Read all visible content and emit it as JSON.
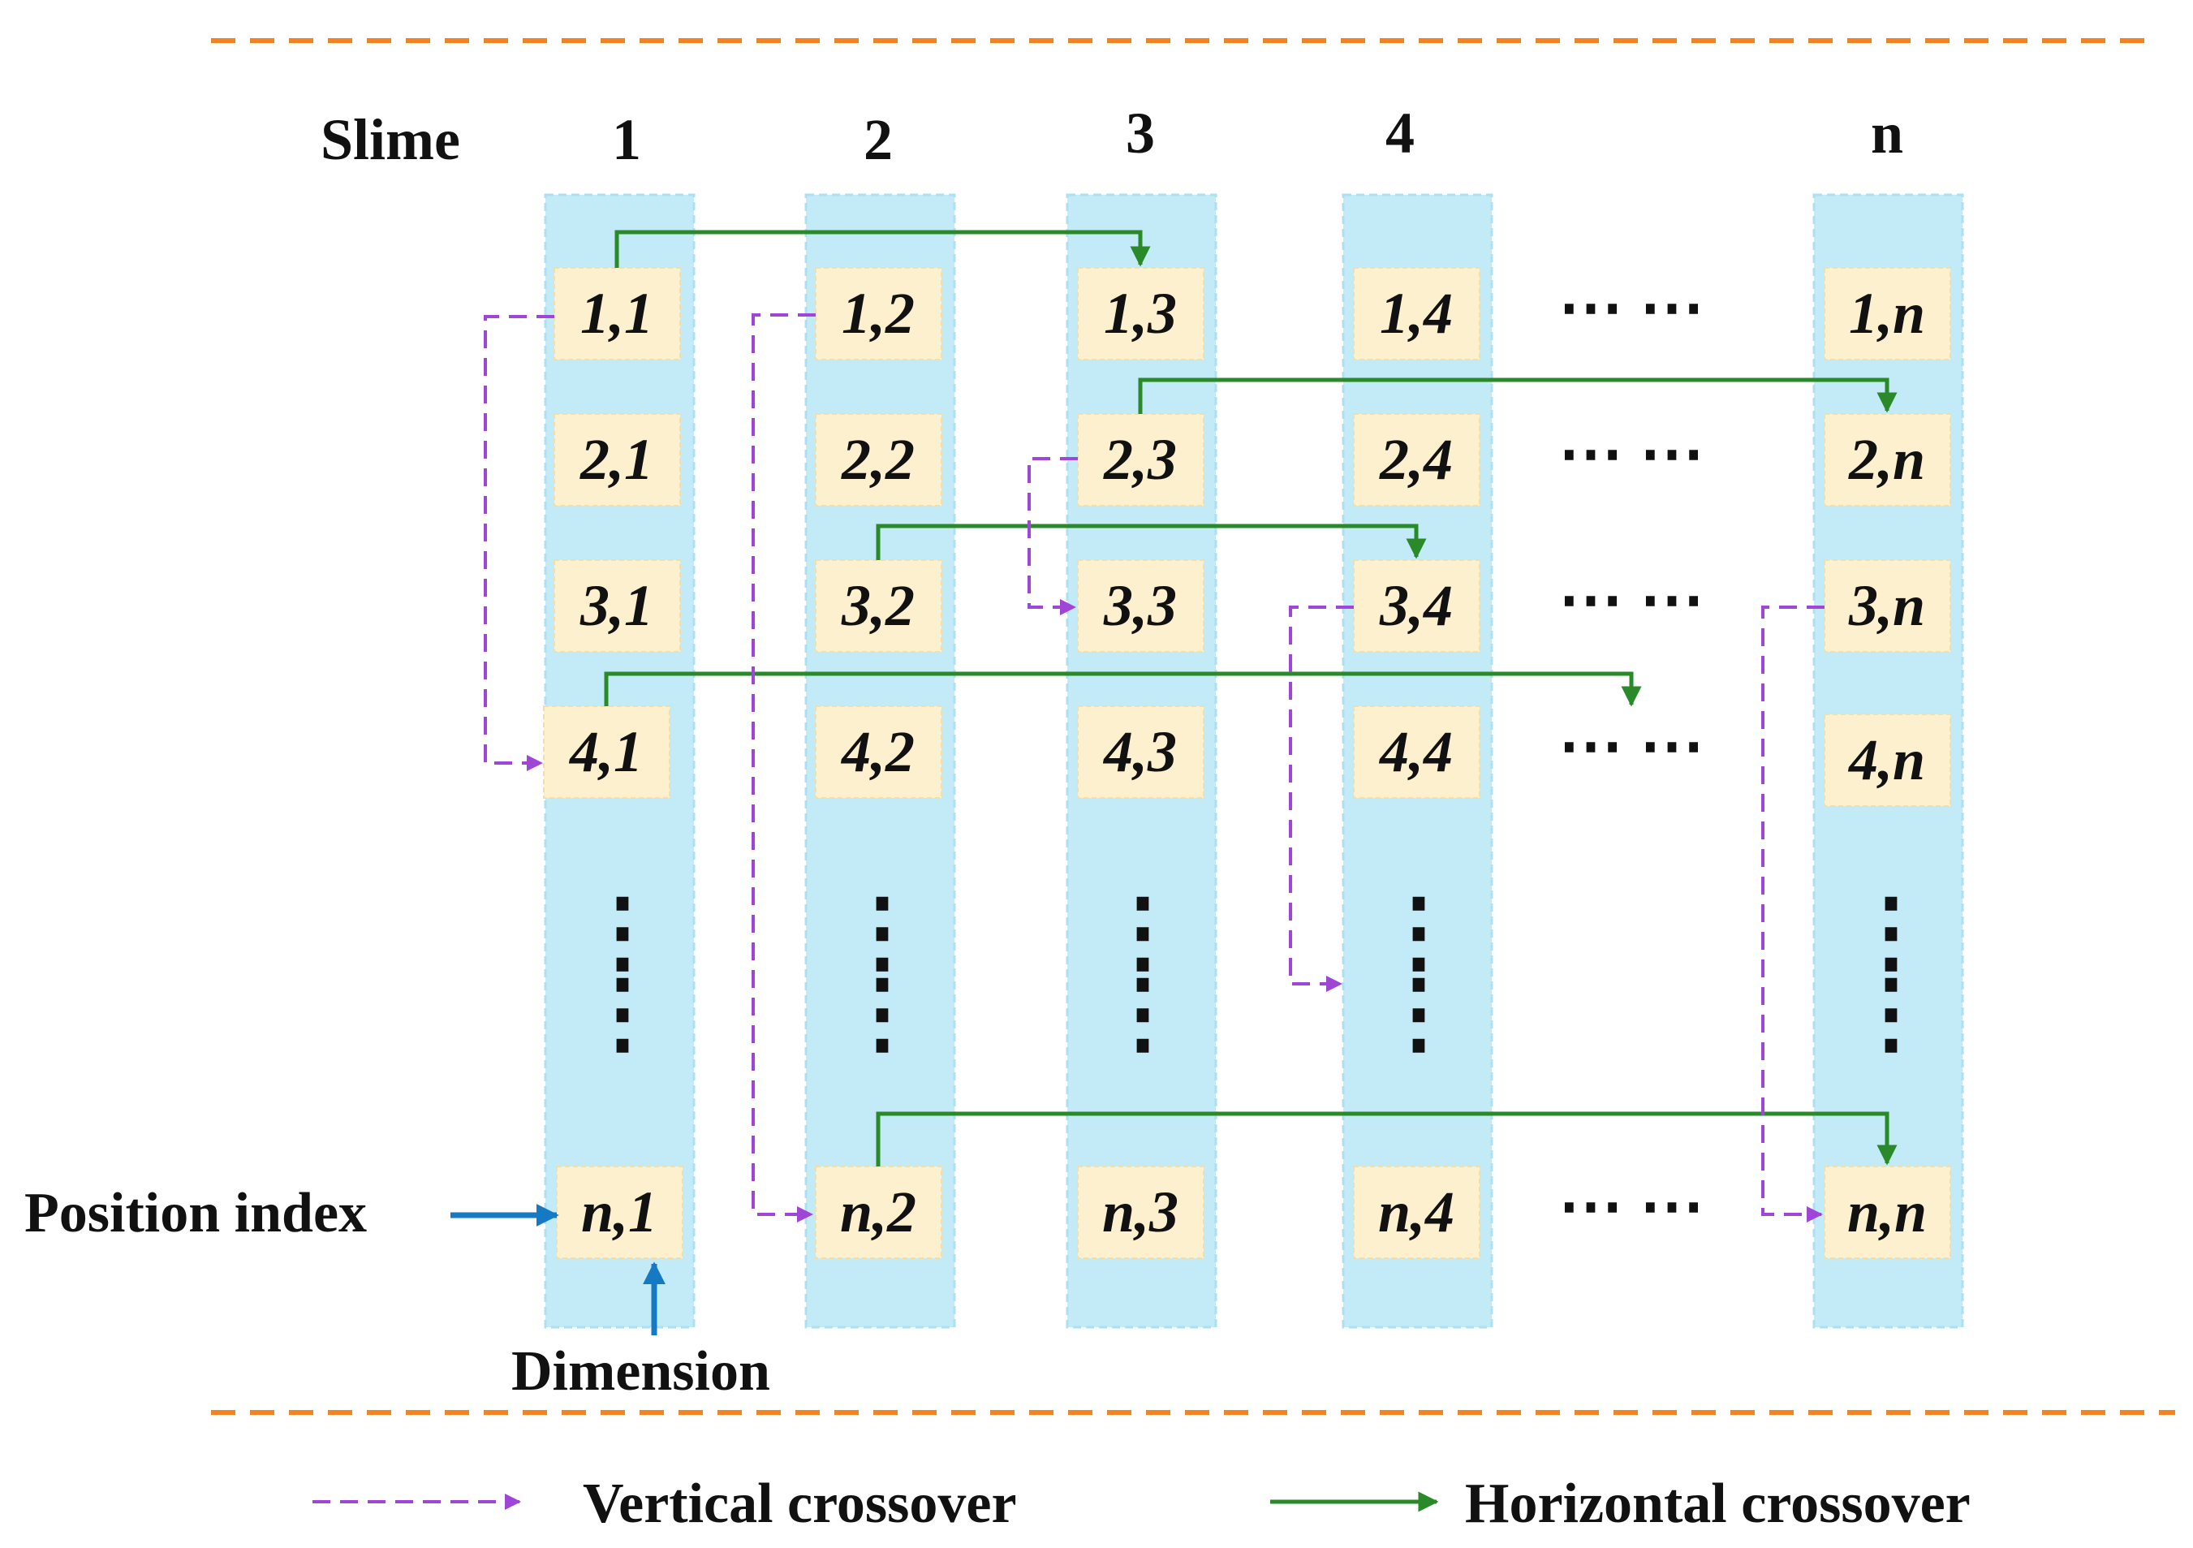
{
  "header": {
    "row_label": "Slime",
    "columns": [
      "1",
      "2",
      "3",
      "4",
      "n"
    ]
  },
  "grid": {
    "rows": [
      [
        "1,1",
        "1,2",
        "1,3",
        "1,4",
        "1,n"
      ],
      [
        "2,1",
        "2,2",
        "2,3",
        "2,4",
        "2,n"
      ],
      [
        "3,1",
        "3,2",
        "3,3",
        "3,4",
        "3,n"
      ],
      [
        "4,1",
        "4,2",
        "4,3",
        "4,4",
        "4,n"
      ],
      [
        "n,1",
        "n,2",
        "n,3",
        "n,4",
        "n,n"
      ]
    ],
    "horizontal_ellipsis": "⋯ ⋯",
    "vertical_ellipsis": "⋮"
  },
  "annotations": {
    "position_index": "Position index",
    "dimension": "Dimension"
  },
  "legend": {
    "vertical": "Vertical crossover",
    "horizontal": "Horizontal crossover"
  },
  "colors": {
    "column_band": "#c3eaf7",
    "cell_fill": "#fdf0cf",
    "vertical_arrow": "#a046d6",
    "horizontal_arrow": "#2a8a2a",
    "pointer_arrow": "#1679c4",
    "separator": "#f58220"
  }
}
